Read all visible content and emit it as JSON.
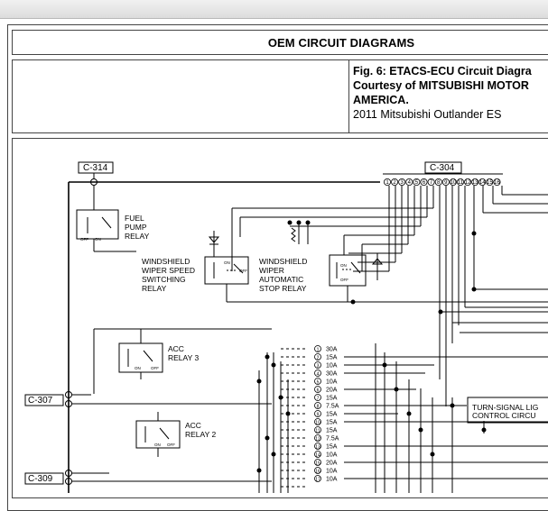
{
  "header": {
    "title": "OEM CIRCUIT DIAGRAMS"
  },
  "info": {
    "fig_title": "Fig. 6: ETACS-ECU Circuit Diagra",
    "courtesy_line1": "Courtesy of MITSUBISHI MOTOR",
    "courtesy_line2": "AMERICA.",
    "vehicle": "2011 Mitsubishi Outlander ES"
  },
  "diagram": {
    "connectors": {
      "c314": "C-314",
      "c304": "C-304",
      "c307": "C-307",
      "c309": "C-309"
    },
    "relays": {
      "fuel_pump": [
        "FUEL",
        "PUMP",
        "RELAY"
      ],
      "wiper_speed": [
        "WINDSHIELD",
        "WIPER SPEED",
        "SWITCHING",
        "RELAY"
      ],
      "wiper_stop": [
        "WINDSHIELD",
        "WIPER",
        "AUTOMATIC",
        "STOP RELAY"
      ],
      "acc3": [
        "ACC",
        "RELAY 3"
      ],
      "acc2": [
        "ACC",
        "RELAY 2"
      ]
    },
    "turn_signal": [
      "TURN-SIGNAL LIG",
      "CONTROL CIRCU"
    ],
    "pin_numbers": [
      "1",
      "2",
      "3",
      "4",
      "5",
      "6",
      "7",
      "8",
      "9",
      "10",
      "11",
      "12",
      "13",
      "14",
      "15",
      "16"
    ],
    "fuses": [
      {
        "num": "1",
        "rating": "30A"
      },
      {
        "num": "2",
        "rating": "15A"
      },
      {
        "num": "3",
        "rating": "10A"
      },
      {
        "num": "4",
        "rating": "30A"
      },
      {
        "num": "5",
        "rating": "10A"
      },
      {
        "num": "6",
        "rating": "20A"
      },
      {
        "num": "7",
        "rating": "15A"
      },
      {
        "num": "8",
        "rating": "7.5A"
      },
      {
        "num": "9",
        "rating": "15A"
      },
      {
        "num": "10",
        "rating": "15A"
      },
      {
        "num": "11",
        "rating": "15A"
      },
      {
        "num": "12",
        "rating": "7.5A"
      },
      {
        "num": "13",
        "rating": "15A"
      },
      {
        "num": "14",
        "rating": "10A"
      },
      {
        "num": "15",
        "rating": "20A"
      },
      {
        "num": "16",
        "rating": "10A"
      },
      {
        "num": "17",
        "rating": "10A"
      }
    ],
    "contact_labels": {
      "on": "ON",
      "off": "OFF"
    }
  }
}
